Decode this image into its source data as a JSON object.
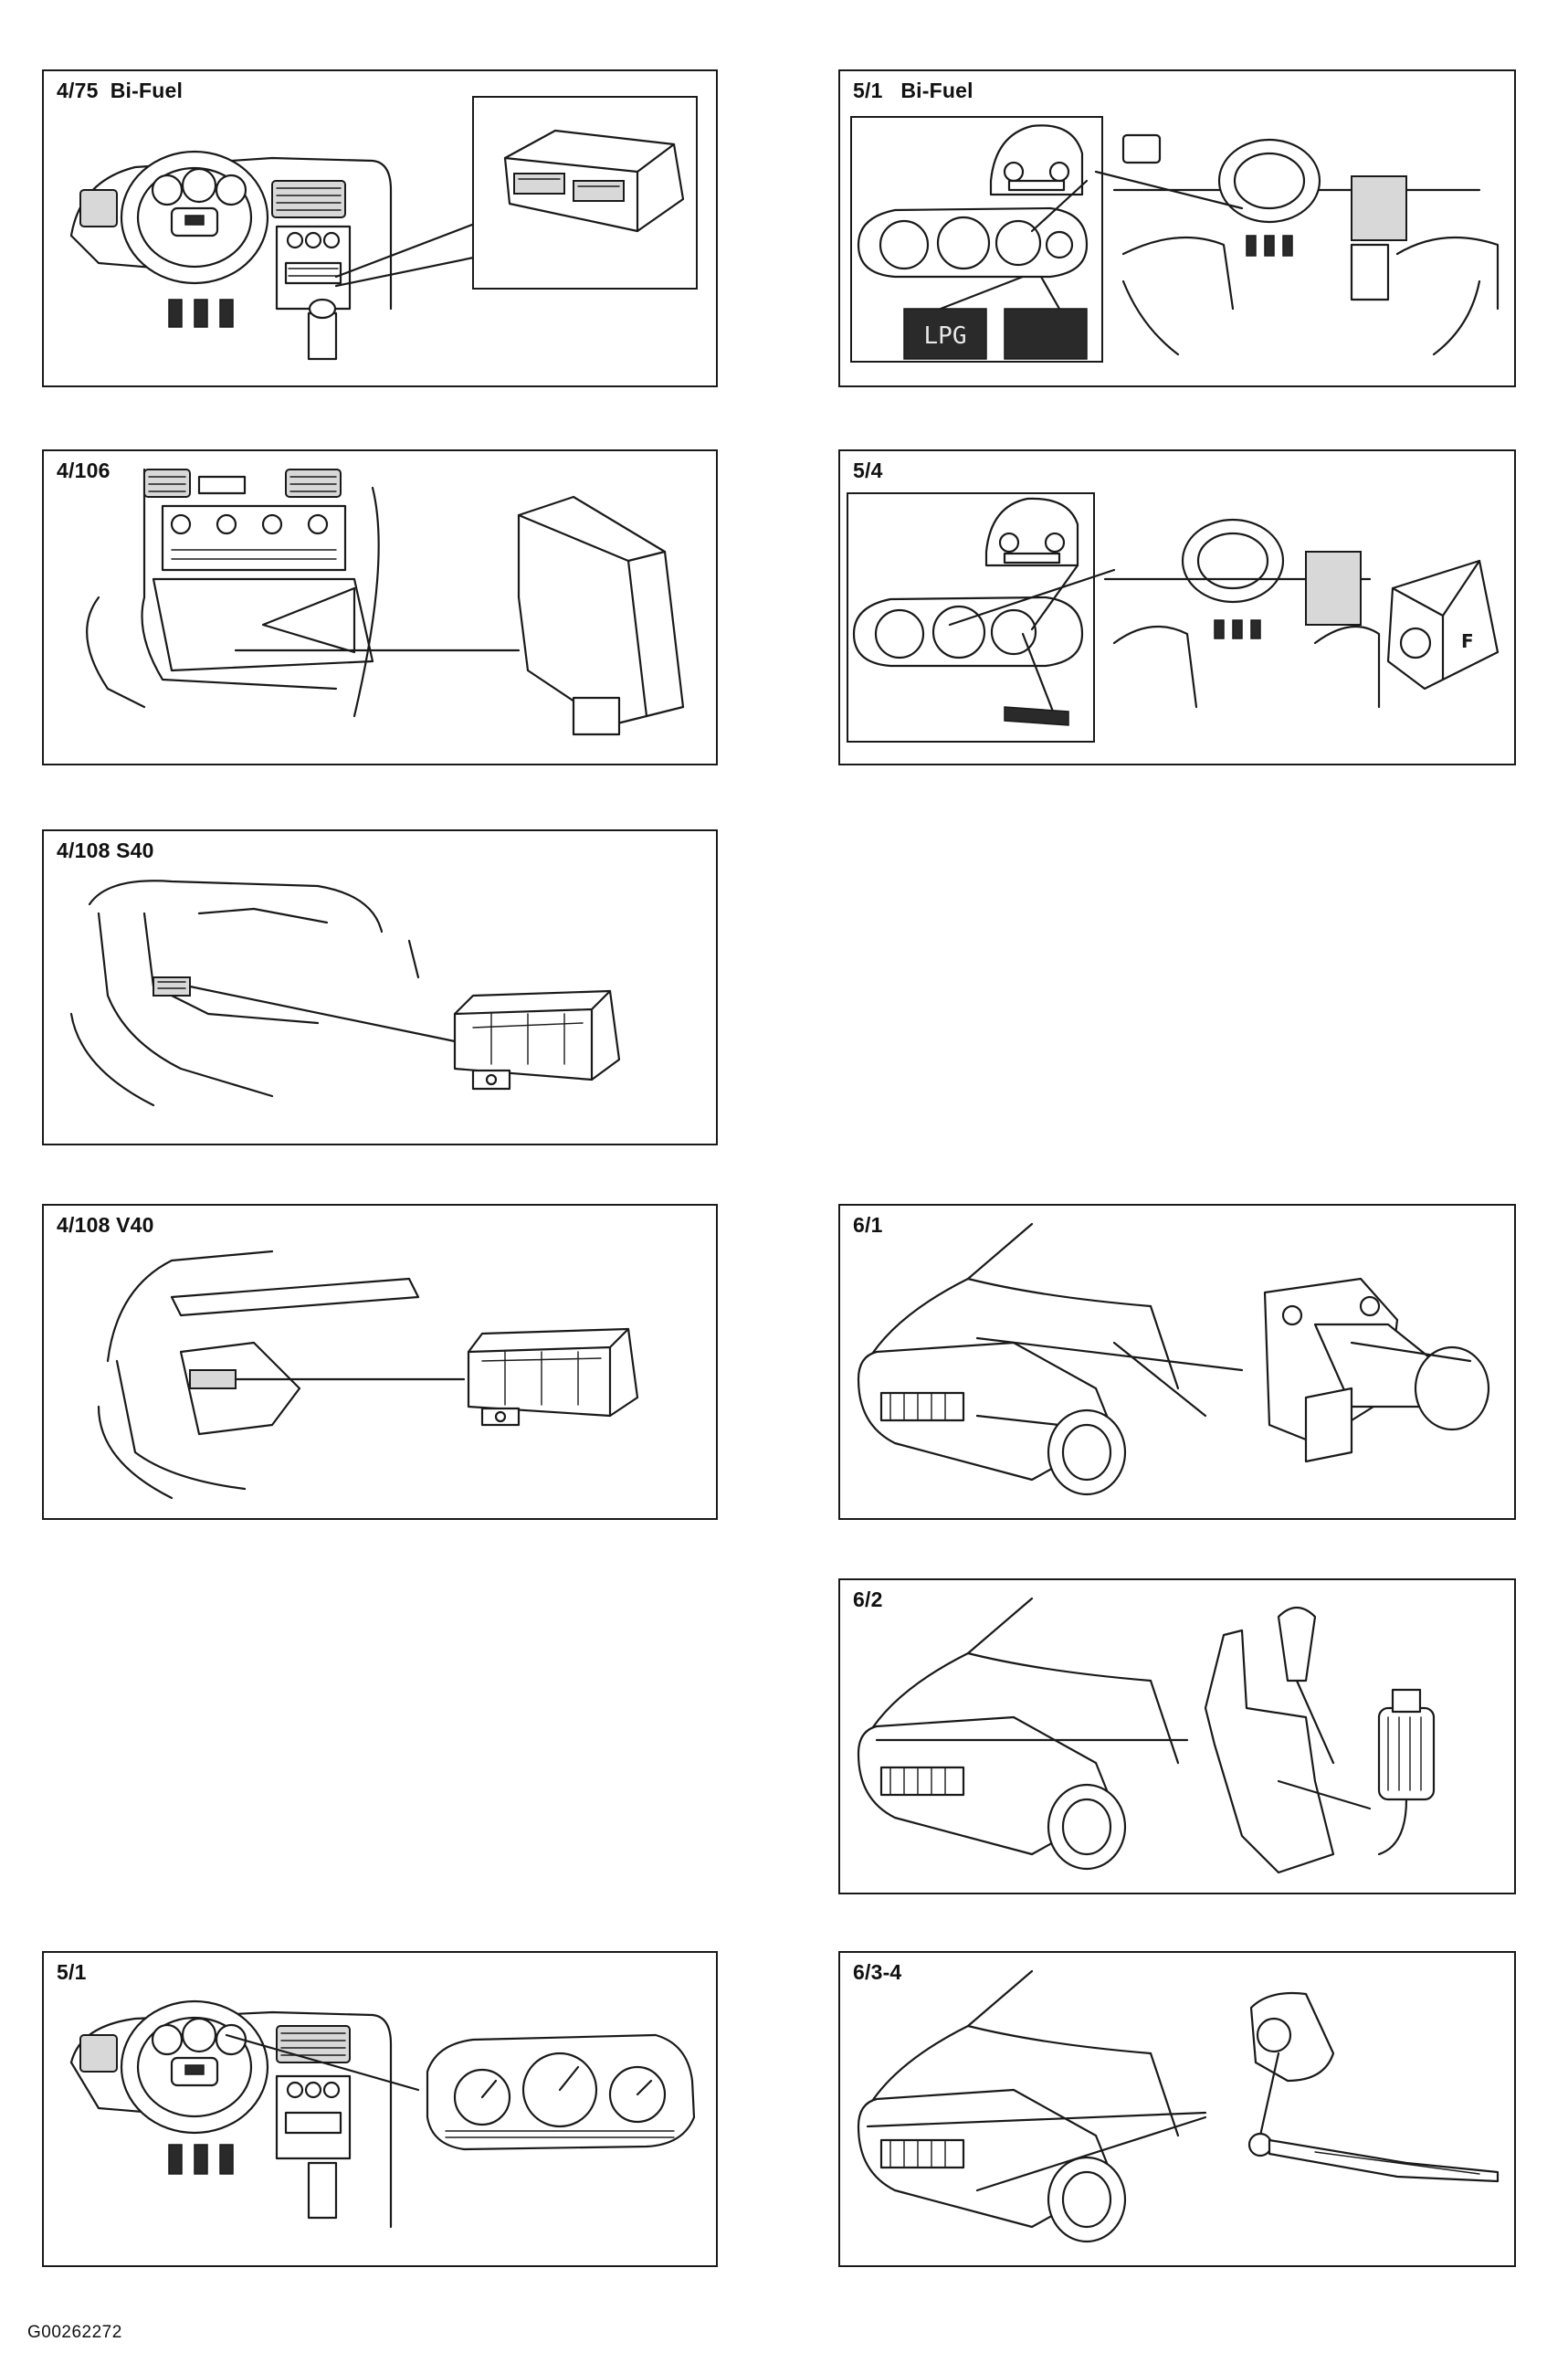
{
  "panels": {
    "p475": {
      "label": "4/75  Bi-Fuel"
    },
    "p51bi": {
      "label": "5/1   Bi-Fuel",
      "display_left": "LPG",
      "display_right": ""
    },
    "p4106": {
      "label": "4/106"
    },
    "p54": {
      "label": "5/4"
    },
    "p4108s40": {
      "label": "4/108 S40"
    },
    "p4108v40": {
      "label": "4/108 V40"
    },
    "p61": {
      "label": "6/1"
    },
    "p62": {
      "label": "6/2"
    },
    "p51": {
      "label": "5/1"
    },
    "p634": {
      "label": "6/3-4"
    }
  },
  "footer": {
    "code": "G00262272"
  }
}
